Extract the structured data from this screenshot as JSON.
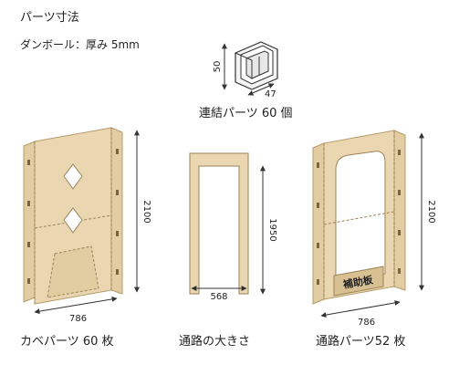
{
  "header": {
    "title": "パーツ寸法",
    "material": "ダンボール：厚み 5mm"
  },
  "connector": {
    "caption": "連結パーツ 60 個",
    "dim_height": "50",
    "dim_depth": "47"
  },
  "wall_part": {
    "caption": "カベパーツ 60 枚",
    "dim_width": "786",
    "dim_height": "2100"
  },
  "walkway": {
    "caption": "通路の大きさ",
    "dim_width": "568",
    "dim_height": "1950"
  },
  "path_part": {
    "caption": "通路パーツ52 枚",
    "dim_width": "786",
    "dim_height": "2100",
    "panel_label": "補助板"
  },
  "colors": {
    "cardboard": "#ead7b2",
    "cardboard_edge": "#c7ad7c",
    "line": "#333333"
  }
}
